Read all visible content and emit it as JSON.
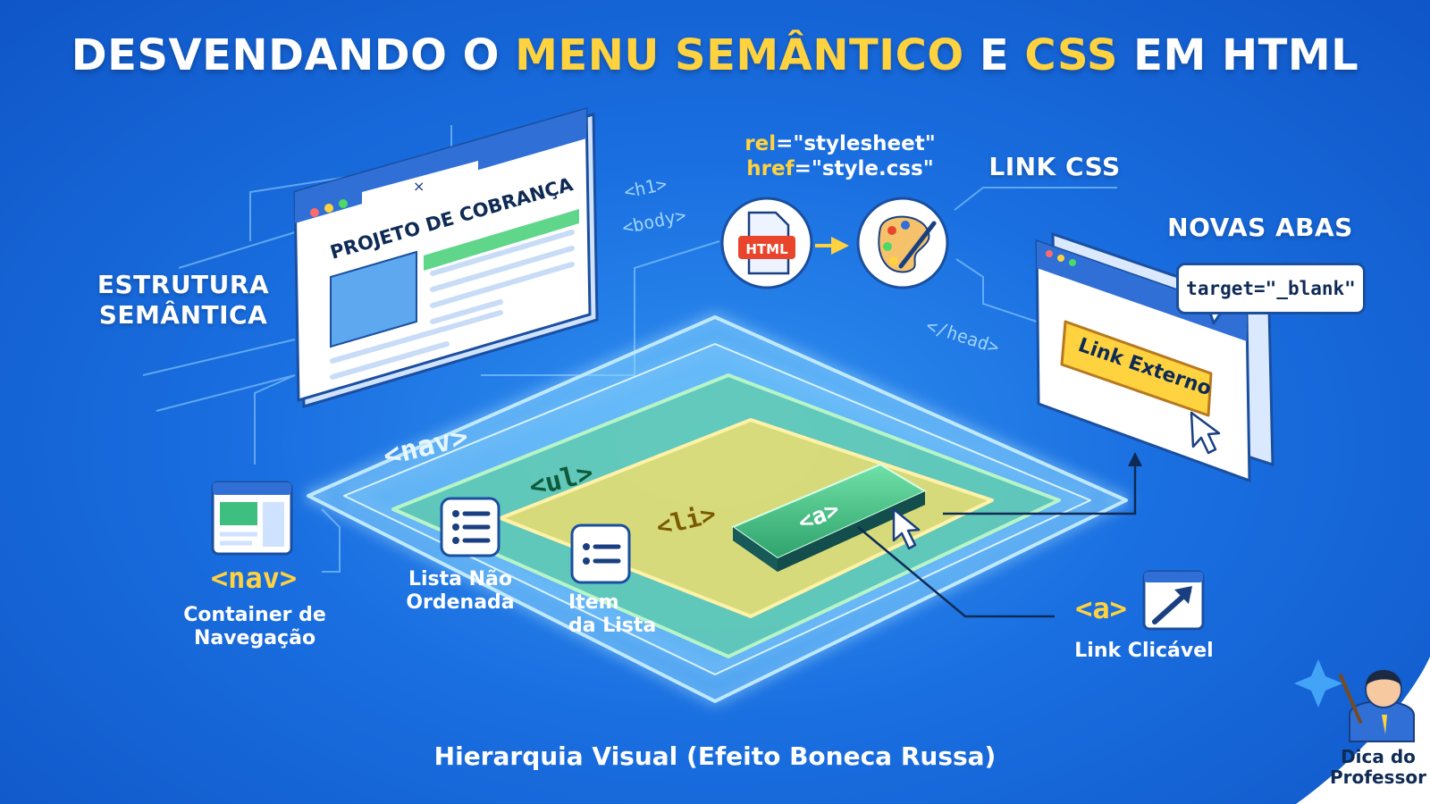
{
  "title": {
    "part1": "DESVENDANDO O ",
    "part2": "MENU SEMÂNTICO",
    "part3": " E ",
    "part4": "CSS",
    "part5": " EM HTML"
  },
  "browser_mockup": {
    "close": "×",
    "heading": "PROJETO DE COBRANÇA"
  },
  "estrutura": {
    "line1": "ESTRUTURA",
    "line2": "SEMÂNTICA"
  },
  "code_hints": {
    "h1": "<h1>",
    "body": "<body>",
    "head": "</head>"
  },
  "link_css": {
    "rel_attr": "rel",
    "rel_value": "=\"stylesheet\"",
    "href_attr": "href",
    "href_value": "=\"style.css\"",
    "html_badge": "HTML",
    "label": "LINK CSS"
  },
  "novas_abas": {
    "label": "NOVAS ABAS",
    "target": "target=\"_blank\"",
    "button": "Link Externo"
  },
  "layers": {
    "nav": "<nav>",
    "ul": "<ul>",
    "li": "<li>",
    "a": "<a>"
  },
  "legend": {
    "nav_tag": "<nav>",
    "nav_line1": "Container de",
    "nav_line2": "Navegação",
    "ul_line1": "Lista Não",
    "ul_line2": "Ordenada",
    "li_line1": "Item",
    "li_line2": "da Lista",
    "a_tag": "<a>",
    "a_desc": "Link Clicável"
  },
  "footer": "Hierarquia Visual (Efeito Boneca Russa)",
  "professor": {
    "line1": "Dica do",
    "line2": "Professor"
  },
  "colors": {
    "background": "#1a6fe0",
    "accent_yellow": "#ffd23f",
    "layer_nav": "#7fd3ff",
    "layer_ul": "#5fd68a",
    "layer_li": "#ffe066",
    "button_a": "#3fbf7f"
  }
}
